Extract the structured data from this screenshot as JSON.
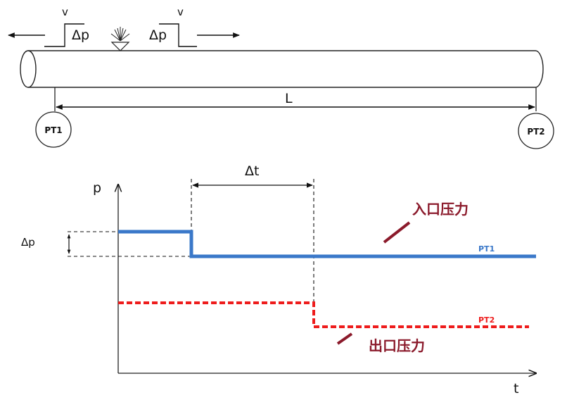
{
  "pipe": {
    "v_left": "v",
    "v_right": "v",
    "dp_left": "Δp",
    "dp_right": "Δp",
    "length_label": "L",
    "sensor_1": "PT1",
    "sensor_2": "PT2"
  },
  "graph": {
    "y_axis_label": "p",
    "x_axis_label": "t",
    "dt_label": "Δt",
    "dp_label": "Δp",
    "inlet_label": "入口压力",
    "outlet_label": "出口压力",
    "series_1_label": "PT1",
    "series_2_label": "PT2",
    "colors": {
      "pt1": "#3a78c9",
      "pt2": "#ee1c1c",
      "annotation": "#8b1a2b"
    }
  }
}
